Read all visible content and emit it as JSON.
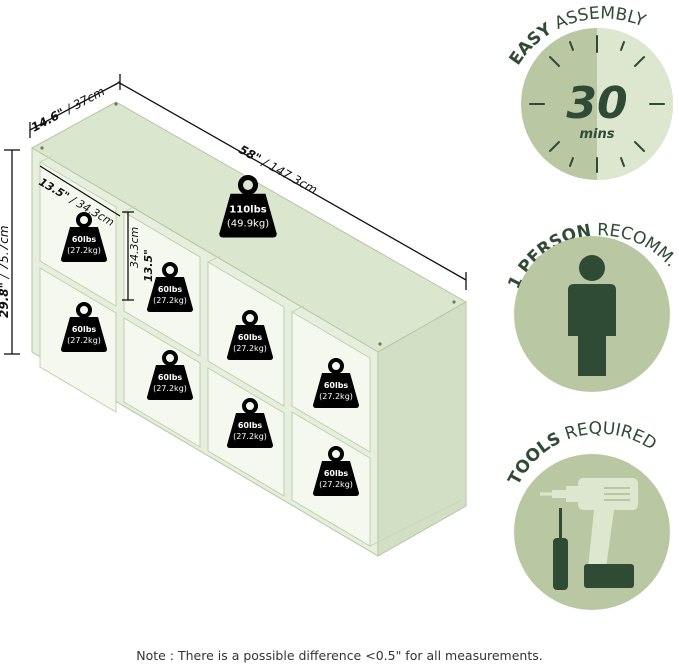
{
  "dimensions": {
    "depth": "14.6\" / 37cm",
    "depth_in": "14.6\"",
    "depth_cm": " / 37cm",
    "width_in": "58\"",
    "width_cm": " / 147.3cm",
    "height_in": "29.8\"",
    "height_cm": " / 75.7cm",
    "cube_depth_in": "13.5\"",
    "cube_depth_cm": " / 34.3cm",
    "cube_height_in": "13.5\"",
    "cube_height_cm": "34.3cm"
  },
  "weights": {
    "top": {
      "lbs": "110lbs",
      "kg": "(49.9kg)"
    },
    "cube": {
      "lbs": "60lbs",
      "kg": "(27.2kg)"
    }
  },
  "badges": {
    "assembly": {
      "bold": "EASY",
      "rest": " ASSEMBLY",
      "number": "30",
      "unit": "mins"
    },
    "person": {
      "bold": "1 PERSON",
      "rest": " RECOMM."
    },
    "tools": {
      "bold": "TOOLS",
      "rest": " REQUIRED"
    }
  },
  "note": "Note : There is a possible difference <0.5\" for all measurements.",
  "colors": {
    "unit_front": "#e6eedd",
    "unit_top": "#dbe6ce",
    "unit_side": "#d3dfc4",
    "badge": "#b9c8a3",
    "badge_light": "#dde7cf",
    "icon": "#2f4a35",
    "weight_icon": "#000000"
  },
  "icons": [
    "clock-icon",
    "person-icon",
    "drill-icon",
    "screwdriver-icon",
    "weight-icon"
  ]
}
